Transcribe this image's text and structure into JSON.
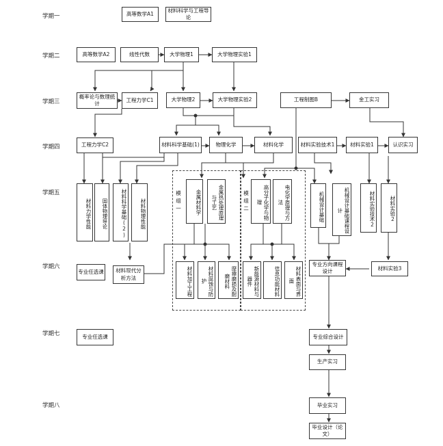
{
  "semesters": [
    "学期一",
    "学期二",
    "学期三",
    "学期四",
    "学期五",
    "学期六",
    "学期七",
    "学期八"
  ],
  "modules": {
    "m1": "模组一",
    "m2": "模组二"
  },
  "courses": {
    "c_adv_math_a1": "高等数学A1",
    "c_mse_intro": "材料科学与工程导论",
    "c_adv_math_a2": "高等数学A2",
    "c_linear_alg": "线性代数",
    "c_physics1": "大学物理1",
    "c_physics_lab1": "大学物理实验1",
    "c_prob_stat": "概率论与数理统计",
    "c_eng_mech_c1": "工程力学C1",
    "c_physics2": "大学物理2",
    "c_physics_lab2": "大学物理实验2",
    "c_eng_drawing": "工程制图B",
    "c_metal_practice": "金工实习",
    "c_eng_mech_c2": "工程力学C2",
    "c_mse_basic1": "材料科学基础(1)",
    "c_phys_chem": "物理化学",
    "c_mat_chem": "材料化学",
    "c_mat_exp_tech1": "材料实验技术1",
    "c_mat_exp1": "材料实验1",
    "c_cognition_practice": "认识实习",
    "c_mat_mechanics": "材料力学性能",
    "c_solid_physics": "固体物理导论",
    "c_mse_basic2": "材料科学基础(2)",
    "c_mat_physics": "材料物理性能",
    "c_metal_materials": "金属材料学",
    "c_metal_heat": "金属热处理原理与工艺",
    "c_polymer_chem": "高分子化学与物理",
    "c_electrochem": "电化学原理与方法",
    "c_mech_design": "机械设计基础",
    "c_mech_basic_design": "机械设计基础课程设计",
    "c_mat_exp_tech2": "材料实验技术2",
    "c_mat_exp2": "材料实验2",
    "c_elective6": "专业任选课",
    "c_modern_analysis": "材料现代分析方法",
    "c_mat_processing": "材料加工工程",
    "c_corrosion": "材料腐蚀与防护",
    "c_wear": "摩擦磨损及耐磨材料",
    "c_new_energy": "新能源材料与器件",
    "c_info_func": "信息功能材料",
    "c_surface": "材料表面与界面",
    "c_major_course_design": "专业方向课程设计",
    "c_mat_exp3": "材料实验3",
    "c_elective7": "专业任选课",
    "c_comprehensive_design": "专业综合设计",
    "c_production_practice": "生产实习",
    "c_graduation_practice": "毕业实习",
    "c_graduation_thesis": "毕业设计（论文）"
  }
}
